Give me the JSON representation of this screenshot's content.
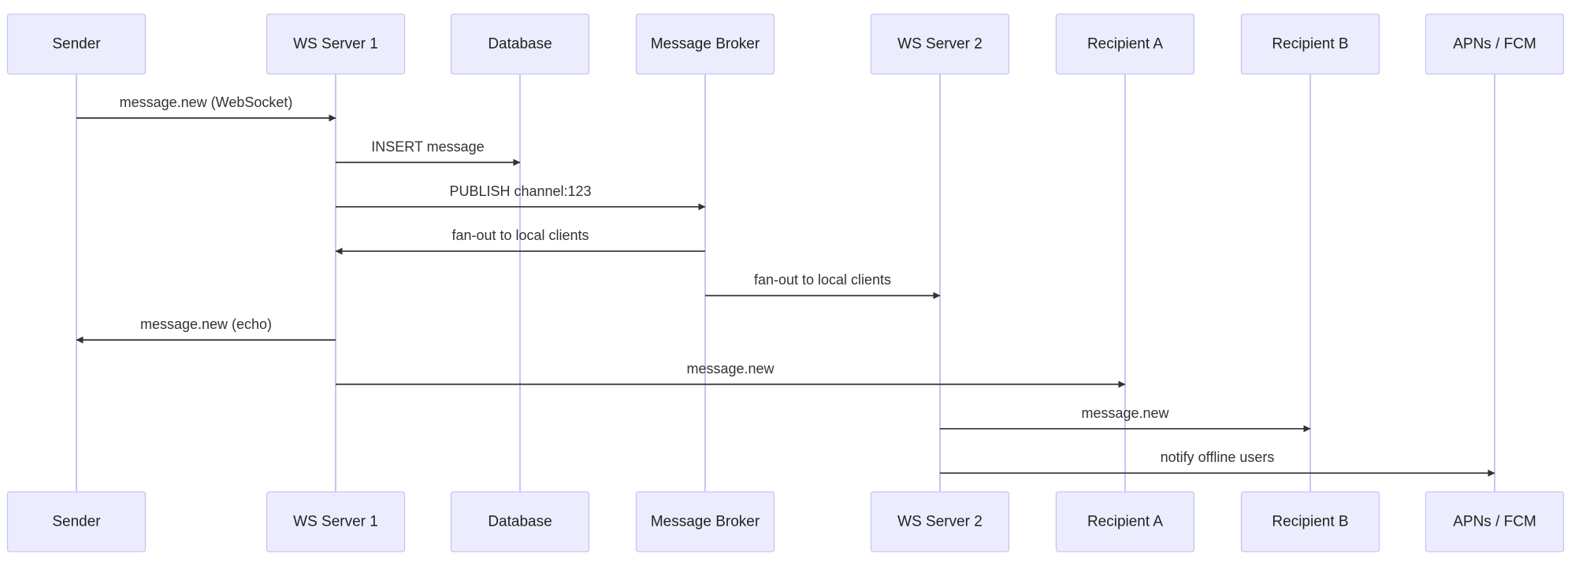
{
  "participants": [
    {
      "id": "sender",
      "label": "Sender"
    },
    {
      "id": "ws1",
      "label": "WS Server 1"
    },
    {
      "id": "db",
      "label": "Database"
    },
    {
      "id": "broker",
      "label": "Message Broker"
    },
    {
      "id": "ws2",
      "label": "WS Server 2"
    },
    {
      "id": "recipA",
      "label": "Recipient A"
    },
    {
      "id": "recipB",
      "label": "Recipient B"
    },
    {
      "id": "apns",
      "label": "APNs / FCM"
    }
  ],
  "messages": [
    {
      "from": "sender",
      "to": "ws1",
      "label": "message.new (WebSocket)"
    },
    {
      "from": "ws1",
      "to": "db",
      "label": "INSERT message"
    },
    {
      "from": "ws1",
      "to": "broker",
      "label": "PUBLISH channel:123"
    },
    {
      "from": "broker",
      "to": "ws1",
      "label": "fan-out to local clients"
    },
    {
      "from": "broker",
      "to": "ws2",
      "label": "fan-out to local clients"
    },
    {
      "from": "ws1",
      "to": "sender",
      "label": "message.new (echo)"
    },
    {
      "from": "ws1",
      "to": "recipA",
      "label": "message.new"
    },
    {
      "from": "ws2",
      "to": "recipB",
      "label": "message.new"
    },
    {
      "from": "ws2",
      "to": "apns",
      "label": "notify offline users"
    }
  ],
  "colors": {
    "actor_fill": "#ECECFF",
    "actor_border": "#C9C4F2",
    "lifeline": "#C9C4F2",
    "message": "#333333",
    "text": "#222222"
  }
}
